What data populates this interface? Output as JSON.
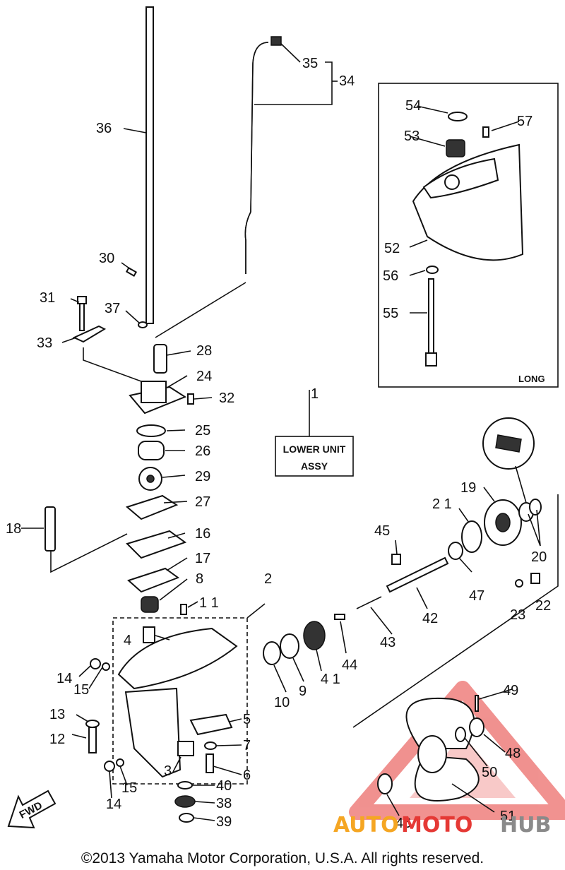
{
  "labels": {
    "l1": "1",
    "l2": "2",
    "l3": "3",
    "l4": "4",
    "l5": "5",
    "l6": "6",
    "l7": "7",
    "l8": "8",
    "l9": "9",
    "l10": "10",
    "l11": "1 1",
    "l12": "12",
    "l13": "13",
    "l14a": "14",
    "l14b": "14",
    "l15a": "15",
    "l15b": "15",
    "l16": "16",
    "l17": "17",
    "l18": "18",
    "l19": "19",
    "l20": "20",
    "l21": "2 1",
    "l22": "22",
    "l23": "23",
    "l24": "24",
    "l25": "25",
    "l26": "26",
    "l27": "27",
    "l28": "28",
    "l29": "29",
    "l30": "30",
    "l31": "31",
    "l32": "32",
    "l33": "33",
    "l34": "34",
    "l35": "35",
    "l36": "36",
    "l37": "37",
    "l38": "38",
    "l39": "39",
    "l40": "40",
    "l41": "4 1",
    "l42": "42",
    "l43": "43",
    "l44": "44",
    "l45": "45",
    "l46": "46",
    "l47": "47",
    "l48": "48",
    "l49": "49",
    "l50": "50",
    "l51": "51",
    "l52": "52",
    "l53": "53",
    "l54": "54",
    "l55": "55",
    "l56": "56",
    "l57": "57"
  },
  "assy_box": {
    "line1": "LOWER UNIT",
    "line2": "ASSY"
  },
  "inset_label": "LONG",
  "fwd_arrow": "FWD",
  "watermark": {
    "part1": "AUTO",
    "part2": "MOTO",
    "part3": "HUB",
    "color_orange": "#f5a623",
    "color_red": "#e53935",
    "color_gray": "#8a8a8a"
  },
  "copyright": "©2013 Yamaha Motor Corporation, U.S.A. All rights reserved."
}
